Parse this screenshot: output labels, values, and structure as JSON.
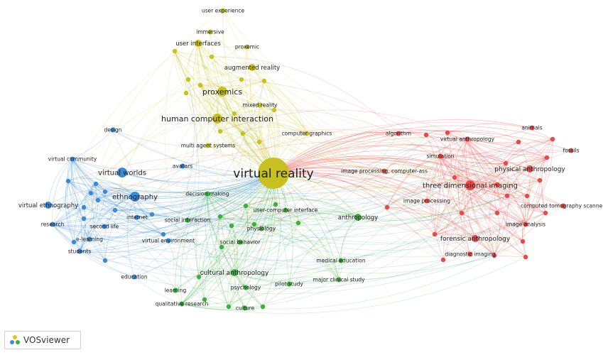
{
  "colors": {
    "yellow": "#c8c020",
    "green": "#3cb03c",
    "blue": "#3a8ad8",
    "red": "#e84848"
  },
  "nodes": [
    {
      "label": "virtual reality",
      "cluster": "yellow",
      "weight": 10
    },
    {
      "label": "user experience",
      "cluster": "yellow",
      "weight": 1
    },
    {
      "label": "immersive",
      "cluster": "yellow",
      "weight": 1
    },
    {
      "label": "user interfaces",
      "cluster": "yellow",
      "weight": 2
    },
    {
      "label": "proxemic",
      "cluster": "yellow",
      "weight": 1
    },
    {
      "label": "augmented reality",
      "cluster": "yellow",
      "weight": 2
    },
    {
      "label": "proxemics",
      "cluster": "yellow",
      "weight": 3
    },
    {
      "label": "mixed reality",
      "cluster": "yellow",
      "weight": 1
    },
    {
      "label": "human computer interaction",
      "cluster": "yellow",
      "weight": 3
    },
    {
      "label": "computer graphics",
      "cluster": "yellow",
      "weight": 1
    },
    {
      "label": "multi agent systems",
      "cluster": "yellow",
      "weight": 1
    },
    {
      "label": "virtual worlds",
      "cluster": "blue",
      "weight": 3
    },
    {
      "label": "virtual community",
      "cluster": "blue",
      "weight": 1
    },
    {
      "label": "design",
      "cluster": "blue",
      "weight": 1
    },
    {
      "label": "avatars",
      "cluster": "blue",
      "weight": 1
    },
    {
      "label": "ethnography",
      "cluster": "blue",
      "weight": 3
    },
    {
      "label": "virtual ethnography",
      "cluster": "blue",
      "weight": 2
    },
    {
      "label": "internet",
      "cluster": "blue",
      "weight": 1
    },
    {
      "label": "research",
      "cluster": "blue",
      "weight": 1
    },
    {
      "label": "second life",
      "cluster": "blue",
      "weight": 1
    },
    {
      "label": "e-learning",
      "cluster": "blue",
      "weight": 1
    },
    {
      "label": "students",
      "cluster": "blue",
      "weight": 1
    },
    {
      "label": "virtual environment",
      "cluster": "blue",
      "weight": 1
    },
    {
      "label": "education",
      "cluster": "blue",
      "weight": 1
    },
    {
      "label": "decision making",
      "cluster": "green",
      "weight": 1
    },
    {
      "label": "social interaction",
      "cluster": "green",
      "weight": 1
    },
    {
      "label": "user-computer interface",
      "cluster": "green",
      "weight": 1
    },
    {
      "label": "anthropology",
      "cluster": "green",
      "weight": 2
    },
    {
      "label": "physiology",
      "cluster": "green",
      "weight": 1
    },
    {
      "label": "social behavior",
      "cluster": "green",
      "weight": 1
    },
    {
      "label": "cultural anthropology",
      "cluster": "green",
      "weight": 2
    },
    {
      "label": "psychology",
      "cluster": "green",
      "weight": 1
    },
    {
      "label": "learning",
      "cluster": "green",
      "weight": 1
    },
    {
      "label": "qualitative research",
      "cluster": "green",
      "weight": 1
    },
    {
      "label": "culture",
      "cluster": "green",
      "weight": 1
    },
    {
      "label": "pilot study",
      "cluster": "green",
      "weight": 1
    },
    {
      "label": "major clinical study",
      "cluster": "green",
      "weight": 1
    },
    {
      "label": "medical education",
      "cluster": "green",
      "weight": 1
    },
    {
      "label": "algorithm",
      "cluster": "red",
      "weight": 1
    },
    {
      "label": "virtual anthropology",
      "cluster": "red",
      "weight": 1
    },
    {
      "label": "animals",
      "cluster": "red",
      "weight": 1
    },
    {
      "label": "fossils",
      "cluster": "red",
      "weight": 1
    },
    {
      "label": "simulation",
      "cluster": "red",
      "weight": 1
    },
    {
      "label": "physical anthropology",
      "cluster": "red",
      "weight": 2
    },
    {
      "label": "image processing, computer-ass",
      "cluster": "red",
      "weight": 1
    },
    {
      "label": "three dimensional imaging",
      "cluster": "red",
      "weight": 3
    },
    {
      "label": "image processing",
      "cluster": "red",
      "weight": 1
    },
    {
      "label": "computed tomography scanne",
      "cluster": "red",
      "weight": 1
    },
    {
      "label": "image analysis",
      "cluster": "red",
      "weight": 1
    },
    {
      "label": "forensic anthropology",
      "cluster": "red",
      "weight": 2
    },
    {
      "label": "diagnostic imaging",
      "cluster": "red",
      "weight": 1
    }
  ],
  "logo_text": "VOSviewer"
}
